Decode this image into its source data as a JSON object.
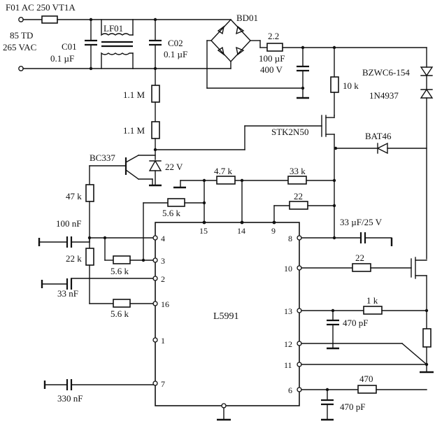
{
  "input": {
    "fuse": "F01 AC 250 VT1A",
    "voltage_line1": "85 TD",
    "voltage_line2": "265 VAC"
  },
  "components": {
    "c01_name": "C01",
    "c01_value": "0.1 µF",
    "lf01": "LF01",
    "c02_name": "C02",
    "c02_value": "0.1 µF",
    "bd01": "BD01",
    "r_2_2": "2.2",
    "cap_bulk_value": "100 µF",
    "cap_bulk_voltage": "400 V",
    "r_10k": "10 k",
    "r_1_1m_a": "1.1 M",
    "r_1_1m_b": "1.1 M",
    "zener_22v": "22 V",
    "bc337": "BC337",
    "stk2n50": "STK2N50",
    "bzw": "BZWC6-154",
    "in4937": "1N4937",
    "bat46": "BAT46",
    "r_47k": "47 k",
    "r_4_7k": "4.7 k",
    "r_33k": "33 k",
    "r_5_6k_top": "5.6 k",
    "r_22_top": "22",
    "c_100nf": "100 nF",
    "r_22k": "22 k",
    "r_5_6k_mid": "5.6 k",
    "c_33nf": "33 nF",
    "r_5_6k_bot": "5.6 k",
    "c_33uf": "33 µF/25 V",
    "r_22_gate": "22",
    "r_1k": "1 k",
    "c_470pf_a": "470 pF",
    "r_470": "470",
    "c_470pf_b": "470 pF",
    "c_330nf": "330 nF"
  },
  "ic": {
    "name": "L5991",
    "pins": {
      "p15": "15",
      "p14": "14",
      "p9": "9",
      "p4": "4",
      "p3": "3",
      "p2": "2",
      "p16": "16",
      "p1": "1",
      "p7": "7",
      "p8": "8",
      "p10": "10",
      "p13": "13",
      "p12": "12",
      "p11": "11",
      "p6": "6"
    }
  }
}
